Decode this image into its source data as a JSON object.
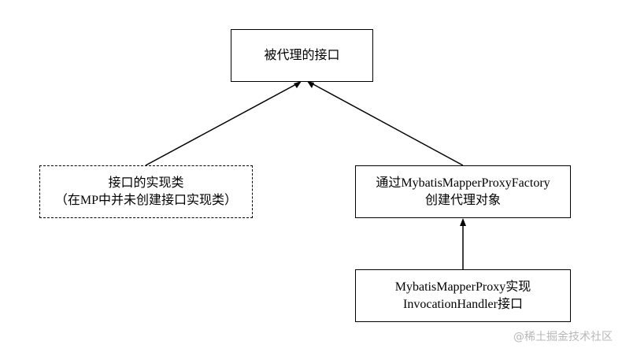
{
  "diagram": {
    "nodes": [
      {
        "id": "proxied-interface",
        "lines": [
          "被代理的接口"
        ],
        "style": "solid"
      },
      {
        "id": "impl-class",
        "lines": [
          "接口的实现类",
          "（在MP中并未创建接口实现类）"
        ],
        "style": "dashed"
      },
      {
        "id": "proxy-factory",
        "lines": [
          "通过MybatisMapperProxyFactory",
          "创建代理对象"
        ],
        "style": "solid"
      },
      {
        "id": "mapper-proxy",
        "lines": [
          "MybatisMapperProxy实现",
          "InvocationHandler接口"
        ],
        "style": "solid"
      }
    ],
    "edges": [
      {
        "from": "impl-class",
        "to": "proxied-interface",
        "arrow": "filled"
      },
      {
        "from": "proxy-factory",
        "to": "proxied-interface",
        "arrow": "filled"
      },
      {
        "from": "mapper-proxy",
        "to": "proxy-factory",
        "arrow": "filled"
      }
    ]
  },
  "watermark": {
    "text": "@稀土掘金技术社区"
  },
  "colors": {
    "line": "#000000",
    "watermark": "#b8b8b8"
  }
}
